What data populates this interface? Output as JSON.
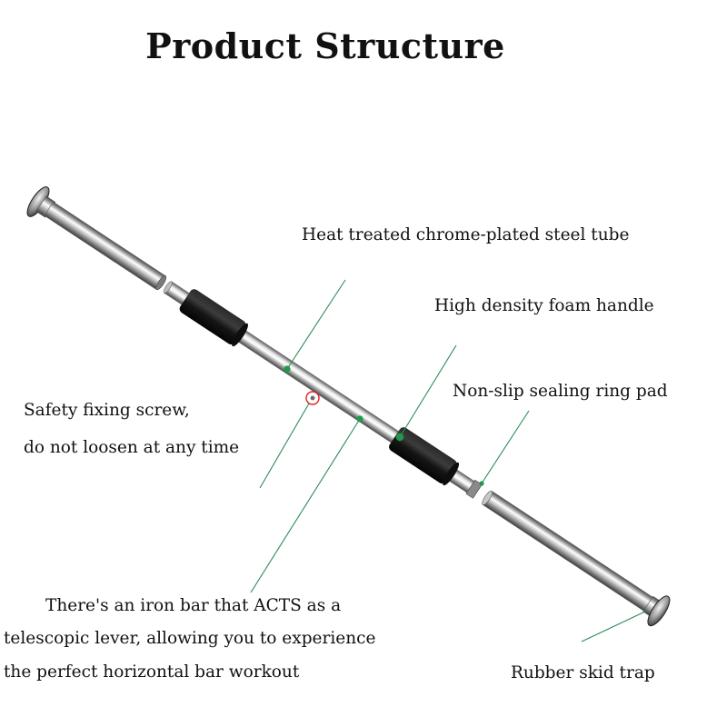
{
  "title": "Product Structure",
  "callouts": {
    "steel_tube": "Heat treated chrome-plated steel tube",
    "foam_handle": "High density foam handle",
    "sealing_ring": "Non-slip sealing ring pad",
    "fixing_screw_line1": "Safety fixing screw,",
    "fixing_screw_line2": "do not loosen at any time",
    "iron_bar_line1": "There's an iron bar that ACTS as a",
    "iron_bar_line2": "telescopic lever, allowing you to experience",
    "iron_bar_line3": "the perfect horizontal bar workout",
    "skid_trap": "Rubber skid trap"
  },
  "colors": {
    "leader_line": "#2f8a5a",
    "leader_dot": "#1f9a4a",
    "screw_marker": "#e02020",
    "foam": "#151515",
    "text": "#111111"
  }
}
